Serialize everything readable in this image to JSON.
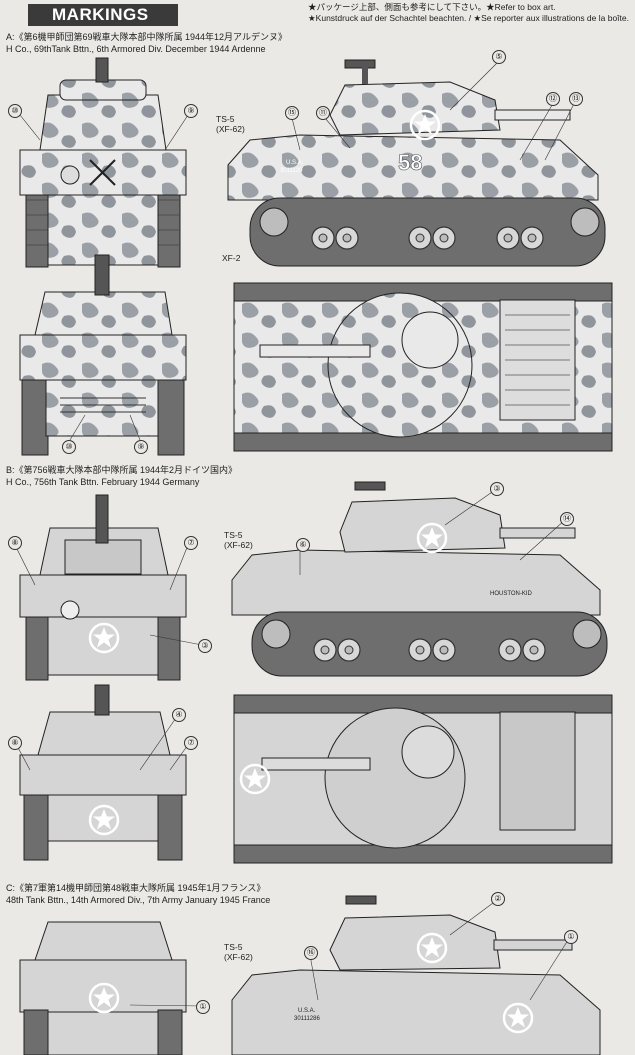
{
  "header": {
    "title": "MARKINGS",
    "notes": [
      "★パッケージ上部、側面も参考にして下さい。★Refer to box art.",
      "★Kunstdruck auf der Schachtel beachten. / ★Se reporter aux illustrations de la boîte."
    ]
  },
  "sections": [
    {
      "line1": "A:《第6機甲師団第69戦車大隊本部中隊所属 1944年12月アルデンヌ》",
      "line2": "H Co., 69thTank Bttn., 6th Armored Div. December 1944 Ardenne",
      "paints": [
        "TS-5",
        "(XF-62)",
        "XF-2"
      ],
      "side_texts": [
        "58",
        "U.S.A.",
        "3011120"
      ],
      "numbers": [
        "⑩",
        "⑨",
        "⑮",
        "⑪",
        "⑤",
        "⑫",
        "⑬",
        "⑩",
        "⑨"
      ]
    },
    {
      "line1": "B:《第756戦車大隊本部中隊所属 1944年2月ドイツ国内》",
      "line2": "H Co., 756th Tank Bttn.  February 1944 Germany",
      "paints": [
        "TS-5",
        "(XF-62)"
      ],
      "side_texts": [
        "HOUSTON-KID"
      ],
      "numbers": [
        "⑧",
        "⑦",
        "⑥",
        "③",
        "⑭",
        "③",
        "④",
        "⑧",
        "⑦"
      ]
    },
    {
      "line1": "C:《第7軍第14機甲師団第48戦車大隊所属 1945年1月フランス》",
      "line2": "48th Tank Bttn., 14th Armored Div., 7th Army  January 1945 France",
      "paints": [
        "TS-5",
        "(XF-62)"
      ],
      "side_texts": [
        "U.S.A.",
        "30111286"
      ],
      "numbers": [
        "②",
        "①",
        "⑯",
        "①"
      ]
    }
  ]
}
